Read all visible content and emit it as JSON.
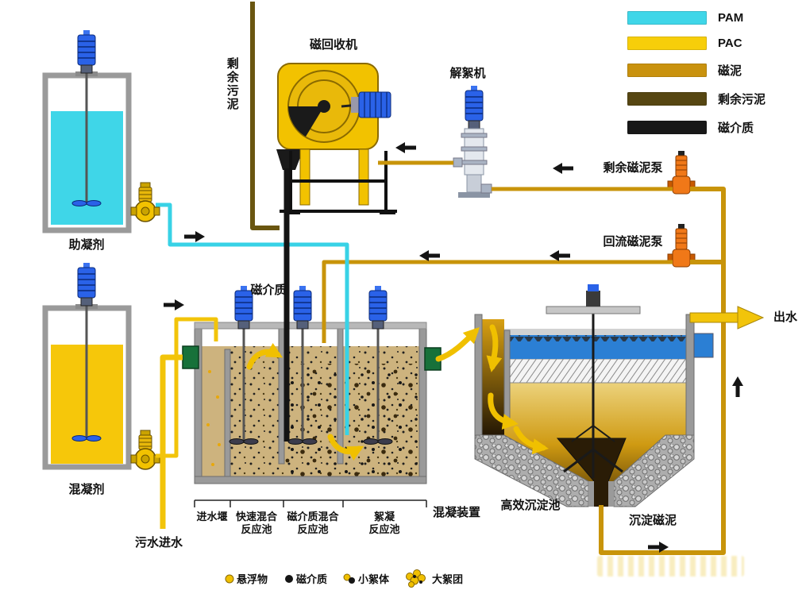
{
  "legend": {
    "items": [
      {
        "label": "PAM",
        "color": "#3fd6e8"
      },
      {
        "label": "PAC",
        "color": "#f7ce0a"
      },
      {
        "label": "磁泥",
        "color": "#c9920e"
      },
      {
        "label": "剩余污泥",
        "color": "#564612"
      },
      {
        "label": "磁介质",
        "color": "#181818"
      }
    ]
  },
  "tanks": {
    "coagulant_aid": "助凝剂",
    "coagulant": "混凝剂"
  },
  "equipment": {
    "magnetic_recovery": "磁回收机",
    "deflocculator": "解絮机",
    "excess_sludge_pipe": "剩余污泥",
    "excess_mag_pump": "剩余磁泥泵",
    "return_mag_pump": "回流磁泥泵",
    "magnetic_media_pipe": "磁介质"
  },
  "flows": {
    "effluent": "出水",
    "sewage_inlet": "污水进水",
    "sediment_sludge": "沉淀磁泥"
  },
  "reaction_tank": {
    "sections": [
      {
        "label": "进水堰"
      },
      {
        "label": "快速混合\n反应池"
      },
      {
        "label": "磁介质混合\n反应池"
      },
      {
        "label": "絮凝\n反应池"
      }
    ],
    "device_label": "混凝装置"
  },
  "sedimentation": {
    "label": "高效沉淀池"
  },
  "particle_legend": {
    "items": [
      {
        "label": "悬浮物"
      },
      {
        "label": "磁介质"
      },
      {
        "label": "小絮体"
      },
      {
        "label": "大絮团"
      }
    ]
  }
}
